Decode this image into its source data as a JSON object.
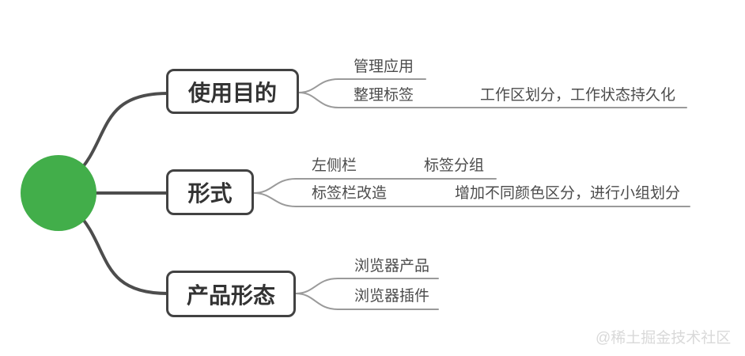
{
  "root": {
    "label": "",
    "color": "#42ae4a"
  },
  "branches": [
    {
      "label": "使用目的",
      "children": [
        {
          "label": "管理应用",
          "children": []
        },
        {
          "label": "整理标签",
          "children": [
            {
              "label": "工作区划分，工作状态持久化"
            }
          ]
        }
      ]
    },
    {
      "label": "形式",
      "children": [
        {
          "label": "左侧栏",
          "children": [
            {
              "label": "标签分组"
            }
          ]
        },
        {
          "label": "标签栏改造",
          "children": [
            {
              "label": "增加不同颜色区分，进行小组划分"
            }
          ]
        }
      ]
    },
    {
      "label": "产品形态",
      "children": [
        {
          "label": "浏览器产品",
          "children": []
        },
        {
          "label": "浏览器插件",
          "children": []
        }
      ]
    }
  ],
  "watermark": "@稀土掘金技术社区",
  "colors": {
    "root_green": "#42ae4a",
    "branch_line": "#4d4d4d",
    "box_border": "#424242",
    "box_text": "#333333",
    "child_line": "#9a9a9a",
    "child_text": "#4c4c4c",
    "watermark_text": "#d9d9d9",
    "background": "#ffffff"
  }
}
